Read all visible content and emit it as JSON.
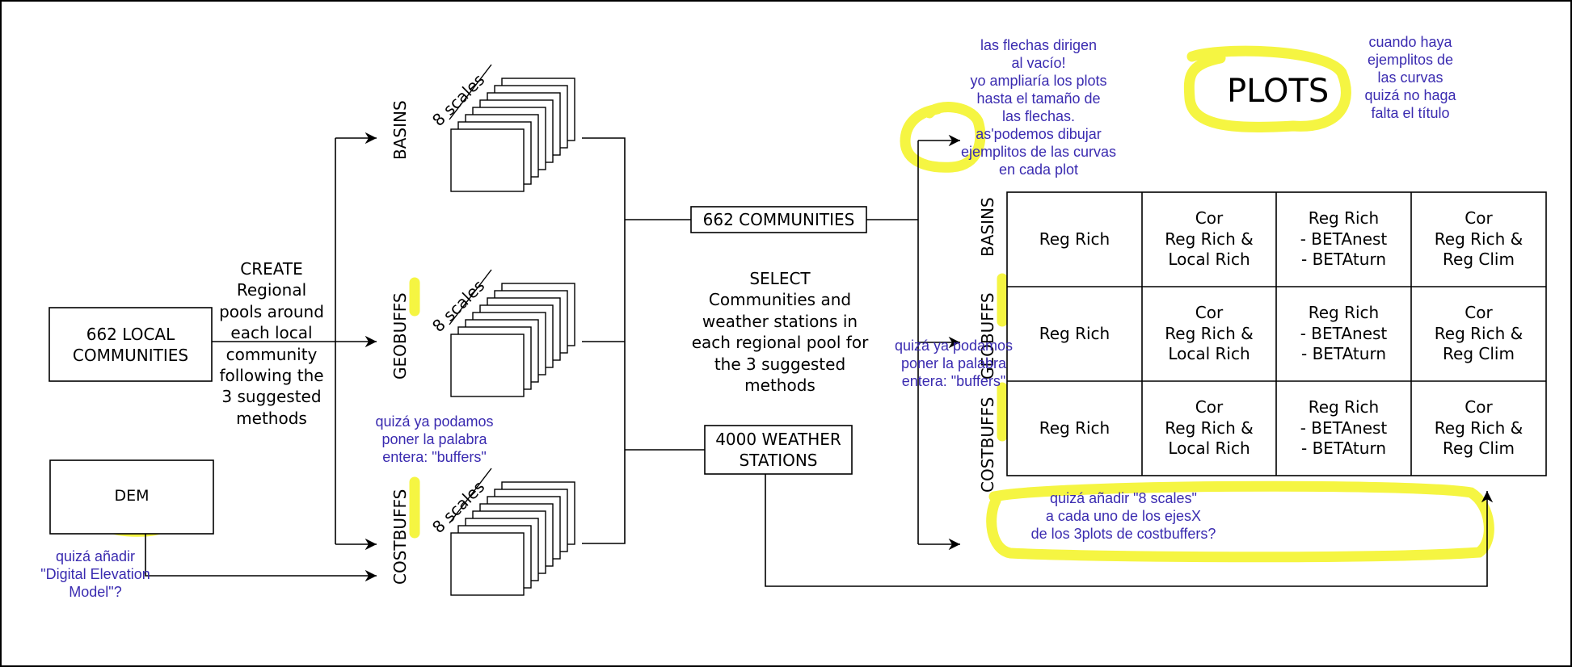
{
  "colors": {
    "note": "#3a2bb0",
    "highlight": "#f5f542",
    "line": "#000000"
  },
  "boxes": {
    "local_communities": "662 LOCAL\nCOMMUNITIES",
    "dem": "DEM",
    "communities": "662 COMMUNITIES",
    "weather_stations": "4000 WEATHER\nSTATIONS"
  },
  "steps": {
    "create": "CREATE\nRegional\npools around\neach local\ncommunity\nfollowing the\n3 suggested\nmethods",
    "select": "SELECT\nCommunities and\nweather stations in\neach regional pool for\nthe 3 suggested\nmethods"
  },
  "methods": [
    "BASINS",
    "GEOBUFFS",
    "COSTBUFFS"
  ],
  "scale_label": "8 scales",
  "plots_title": "PLOTS",
  "grid": {
    "rows": [
      "BASINS",
      "GEOBUFFS",
      "COSTBUFFS"
    ],
    "cells": [
      [
        "Reg Rich",
        "Cor\nReg Rich &\nLocal Rich",
        "Reg Rich\n- BETAnest\n- BETAturn",
        "Cor\nReg Rich &\nReg Clim"
      ],
      [
        "Reg Rich",
        "Cor\nReg Rich &\nLocal Rich",
        "Reg Rich\n- BETAnest\n- BETAturn",
        "Cor\nReg Rich &\nReg Clim"
      ],
      [
        "Reg Rich",
        "Cor\nReg Rich &\nLocal Rich",
        "Reg Rich\n- BETAnest\n- BETAturn",
        "Cor\nReg Rich &\nReg Clim"
      ]
    ]
  },
  "notes": {
    "arrows": "las flechas dirigen\nal vacío!\nyo ampliaría los plots\nhasta el tamaño de\nlas flechas.\nas'podemos dibujar\nejemplitos de las curvas\nen cada plot",
    "title": "cuando haya\nejemplitos de\nlas curvas\nquizá no haga\nfalta el título",
    "buffers_left": "quizá ya podamos\nponer la palabra\nentera: \"buffers\"",
    "buffers_right": "quizá ya podamos\nponer la palabra\nentera: \"buffers\"",
    "dem": "quizá añadir\n\"Digital Elevation\nModel\"?",
    "scales": "quizá añadir \"8 scales\"\na cada uno de los ejesX\nde los 3plots de costbuffers?"
  }
}
